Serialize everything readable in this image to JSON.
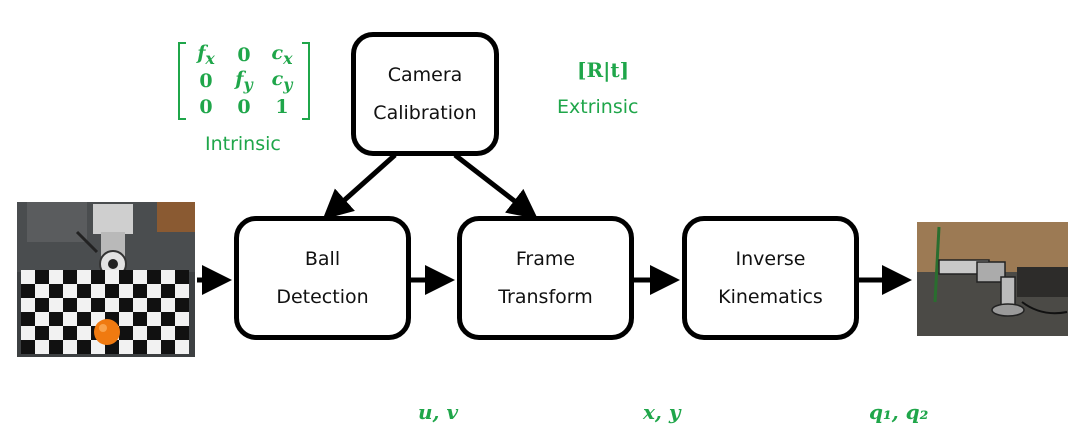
{
  "boxes": {
    "camera_calibration": [
      "Camera",
      "Calibration"
    ],
    "ball_detection": [
      "Ball",
      "Detection"
    ],
    "frame_transform": [
      "Frame",
      "Transform"
    ],
    "inverse_kinematics": [
      "Inverse",
      "Kinematics"
    ]
  },
  "intrinsic": {
    "label": "Intrinsic",
    "matrix": [
      [
        "f_x",
        "0",
        "c_x"
      ],
      [
        "0",
        "f_y",
        "c_y"
      ],
      [
        "0",
        "0",
        "1"
      ]
    ]
  },
  "extrinsic": {
    "label": "Extrinsic",
    "formula": "[R|t]"
  },
  "signals": {
    "uv": "u, v",
    "xy": "x, y",
    "q": "q₁, q₂"
  },
  "colors": {
    "accent": "#1fa64a",
    "stroke": "#000000"
  }
}
